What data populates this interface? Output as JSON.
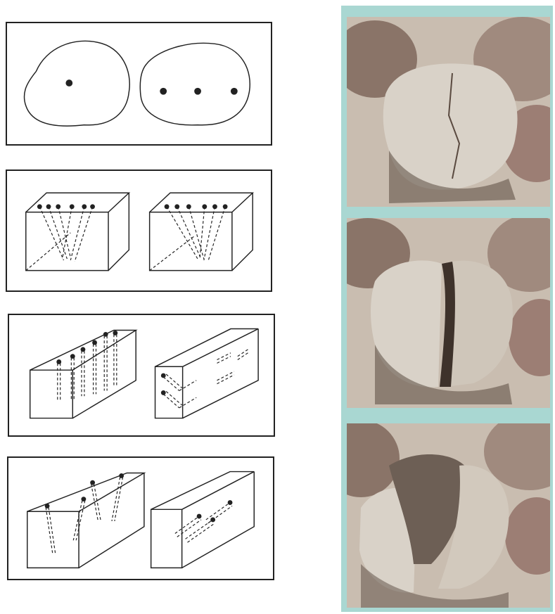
{
  "figure": {
    "diagram_panels": [
      {
        "id": "outline-holes",
        "description_visible": false
      },
      {
        "id": "v-cut-holes"
      },
      {
        "id": "vertical-and-angled-holes"
      },
      {
        "id": "inclined-holes"
      }
    ],
    "photos": [
      {
        "id": "boulder-intact"
      },
      {
        "id": "boulder-cracking"
      },
      {
        "id": "boulder-split"
      }
    ],
    "colors": {
      "line": "#222222",
      "photo_frame": "#a9d7d2",
      "rock_light": "#d9d2c8",
      "rock_shadow": "#5a4a40",
      "ground": "#c9bdb0"
    }
  }
}
